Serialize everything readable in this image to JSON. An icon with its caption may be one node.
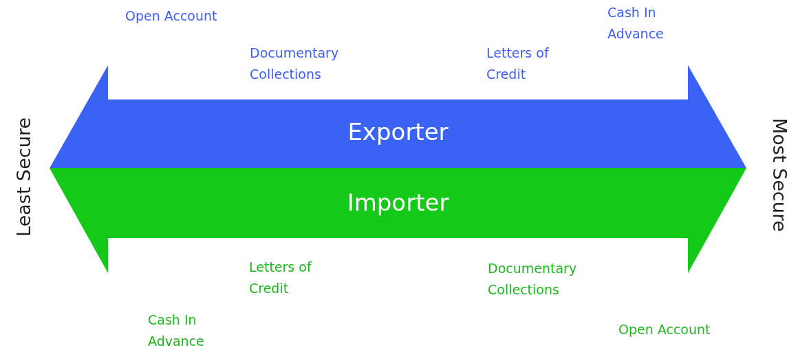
{
  "diagram": {
    "nodes": [
      {
        "text": [
          "Exporter"
        ]
      },
      {
        "text": [
          "Importer"
        ]
      }
    ],
    "edges": [],
    "labels": [
      "Open Account",
      "Cash In Advance",
      "Documentary Collections",
      "Letters of Credit",
      "Least Secure",
      "Most Secure",
      "Letters of Credit",
      "Documentary Collections",
      "Cash In Advance",
      "Open Account"
    ]
  }
}
